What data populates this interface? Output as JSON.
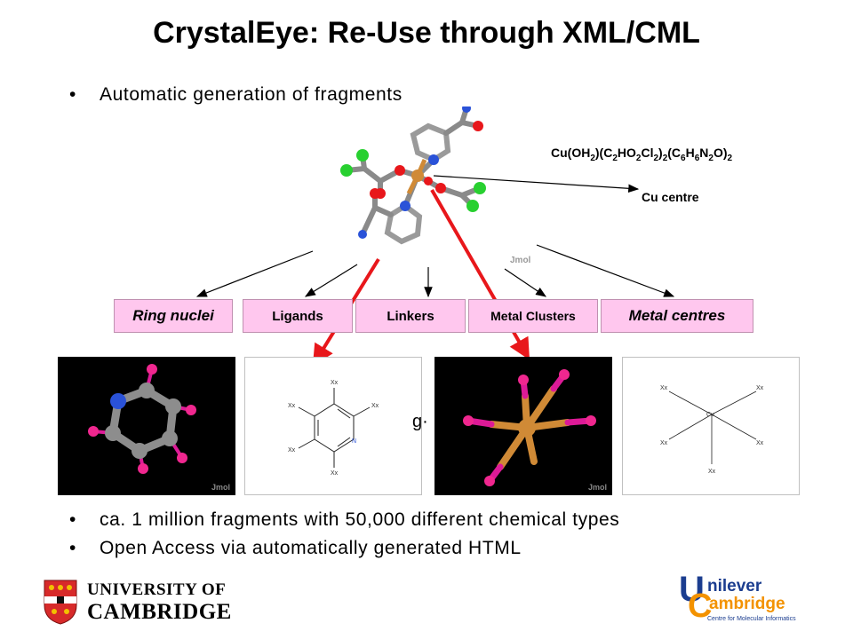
{
  "title": "CrystalEye: Re-Use through XML/CML",
  "bullets": {
    "top": "Automatic generation of fragments",
    "b1": "ca. 1 million fragments with 50,000 different chemical types",
    "b2": "Open Access via automatically generated HTML"
  },
  "molecule": {
    "formula_parts": [
      "Cu(OH",
      "2",
      ")(C",
      "2",
      "HO",
      "2",
      "Cl",
      "2",
      ")",
      "2",
      "(C",
      "6",
      "H",
      "6",
      "N",
      "2",
      "O)",
      "2"
    ],
    "cu_centre_label": "Cu centre",
    "jmol_label": "Jmol"
  },
  "categories": [
    {
      "label": "Ring nuclei"
    },
    {
      "label": "Ligands"
    },
    {
      "label": "Linkers"
    },
    {
      "label": "Metal Clusters"
    },
    {
      "label": "Metal centres"
    }
  ],
  "panels": {
    "jmol_label": "Jmol",
    "xx_label": "Xx",
    "n_label": "N",
    "cu_label": "Cu",
    "partial_text": "g·"
  },
  "logos": {
    "cambridge_line1": "UNIVERSITY OF",
    "cambridge_line2": "CAMBRIDGE",
    "unilever_line1": "nilever",
    "unilever_line2": "ambridge",
    "unilever_sub": "Centre for Molecular Informatics",
    "u_letter": "U",
    "c_letter": "C"
  },
  "colors": {
    "category_fill": "#ffc7ee",
    "arrow_red": "#e8171b",
    "copper": "#d08a36",
    "ligand_pink": "#f0278f",
    "unilever_blue": "#1b3d8f",
    "unilever_orange": "#f39200"
  }
}
